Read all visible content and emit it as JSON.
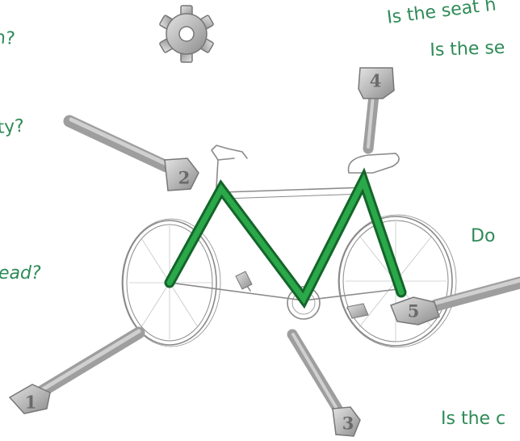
{
  "questions": [
    "Is the seat h",
    "Is the se",
    "n?",
    "ty?",
    "ead?",
    "Do",
    "Is the c"
  ],
  "wrench_numbers": [
    "1",
    "2",
    "3",
    "4",
    "5"
  ],
  "icons": {
    "settings": "gear-icon"
  },
  "colors": {
    "question_text": "#2e8b57",
    "m_line": "#1f8f3c",
    "sketch": "#8a8a8a",
    "wrench": "#a9a9a9"
  }
}
